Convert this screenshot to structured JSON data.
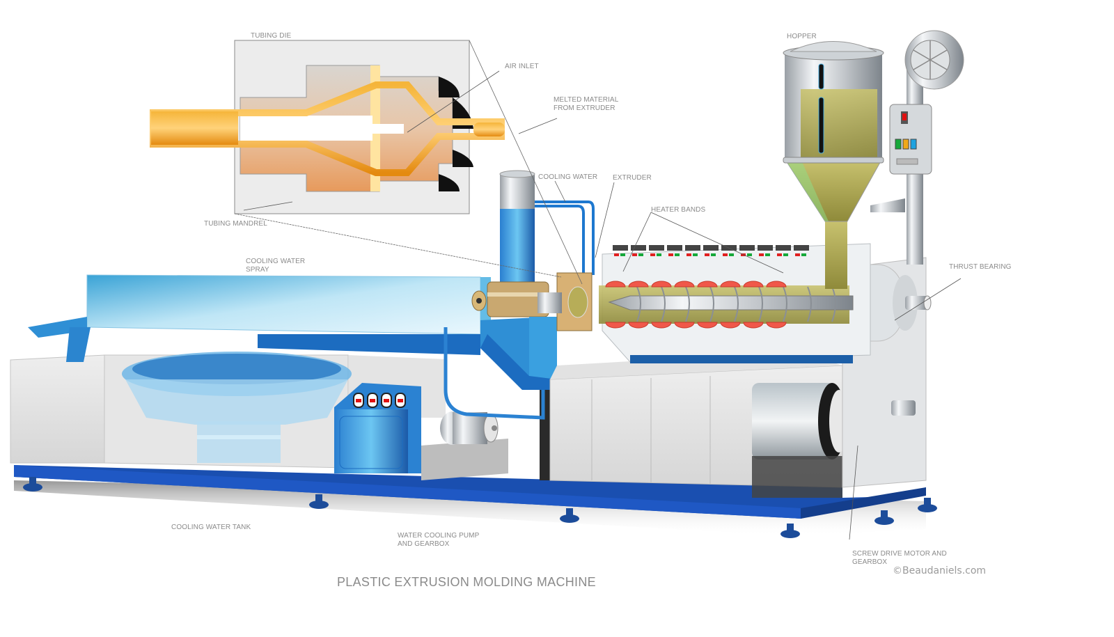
{
  "diagram": {
    "title": "PLASTIC EXTRUSION MOLDING MACHINE",
    "copyright": "©Beaudaniels.com",
    "labels": {
      "tubing_die": "TUBING DIE",
      "air_inlet": "AIR INLET",
      "melted_material_1": "MELTED MATERIAL",
      "melted_material_2": "FROM EXTRUDER",
      "tubing_mandrel": "TUBING MANDREL",
      "cooling_water": "COOLING WATER",
      "extruder": "EXTRUDER",
      "heater_bands": "HEATER BANDS",
      "hopper": "HOPPER",
      "thrust_bearing": "THRUST BEARING",
      "cooling_water_spray_1": "COOLING WATER",
      "cooling_water_spray_2": "SPRAY",
      "cooling_water_tank": "COOLING WATER TANK",
      "pump_1": "WATER COOLING PUMP",
      "pump_2": "AND GEARBOX",
      "motor_1": "SCREW DRIVE MOTOR AND",
      "motor_2": "GEARBOX"
    },
    "colors": {
      "frame_blue": "#1a4fb0",
      "water_blue": "#4aaee0",
      "steel_gray": "#d6d8da",
      "melt_orange": "#f4a21a",
      "heater_red": "#f0584a",
      "pellet_olive": "#b8b35a",
      "label_gray": "#8a8a8a"
    }
  }
}
